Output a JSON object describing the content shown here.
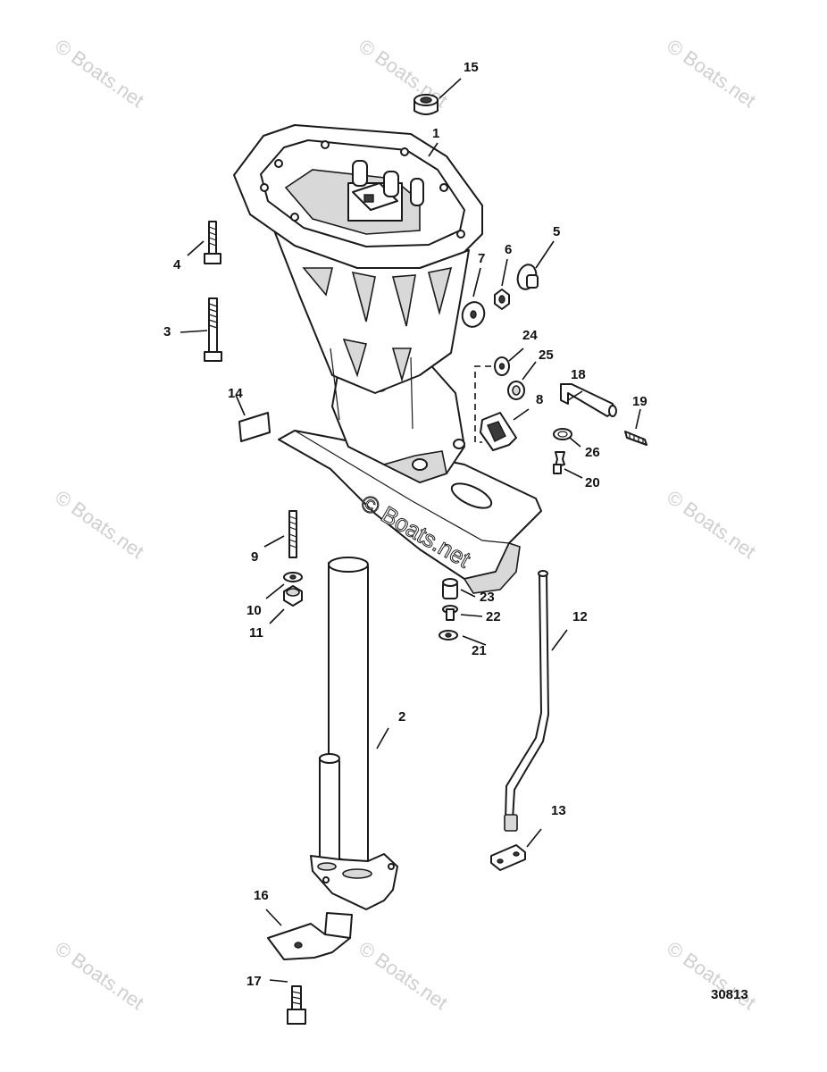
{
  "diagram": {
    "reference_number": "30813",
    "watermark_text": "© Boats.net",
    "callouts": [
      "1",
      "2",
      "3",
      "4",
      "5",
      "6",
      "7",
      "8",
      "9",
      "10",
      "11",
      "12",
      "13",
      "14",
      "15",
      "16",
      "17",
      "18",
      "19",
      "20",
      "21",
      "22",
      "23",
      "24",
      "25",
      "26"
    ]
  }
}
